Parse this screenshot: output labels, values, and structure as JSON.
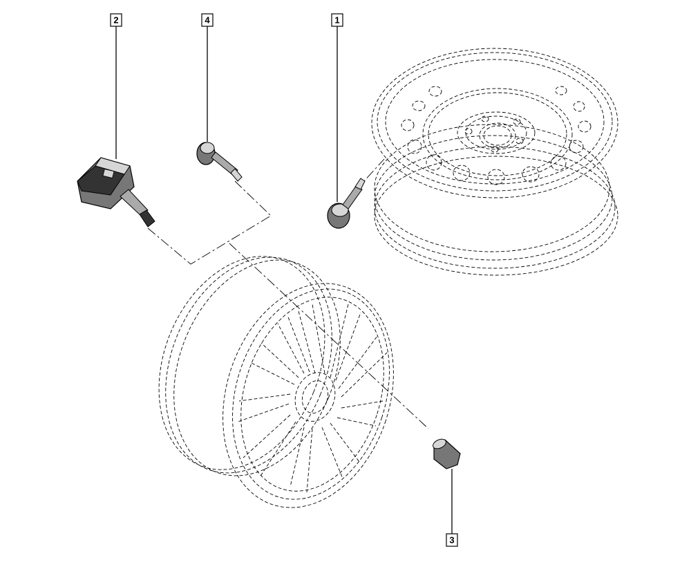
{
  "callouts": [
    {
      "id": "1",
      "text": "1"
    },
    {
      "id": "2",
      "text": "2"
    },
    {
      "id": "3",
      "text": "3"
    },
    {
      "id": "4",
      "text": "4"
    }
  ],
  "colors": {
    "ink": "#000000",
    "paper": "#ffffff",
    "sensor_dark": "#333333",
    "sensor_mid": "#777777",
    "metal_light": "#d6d6d6"
  }
}
